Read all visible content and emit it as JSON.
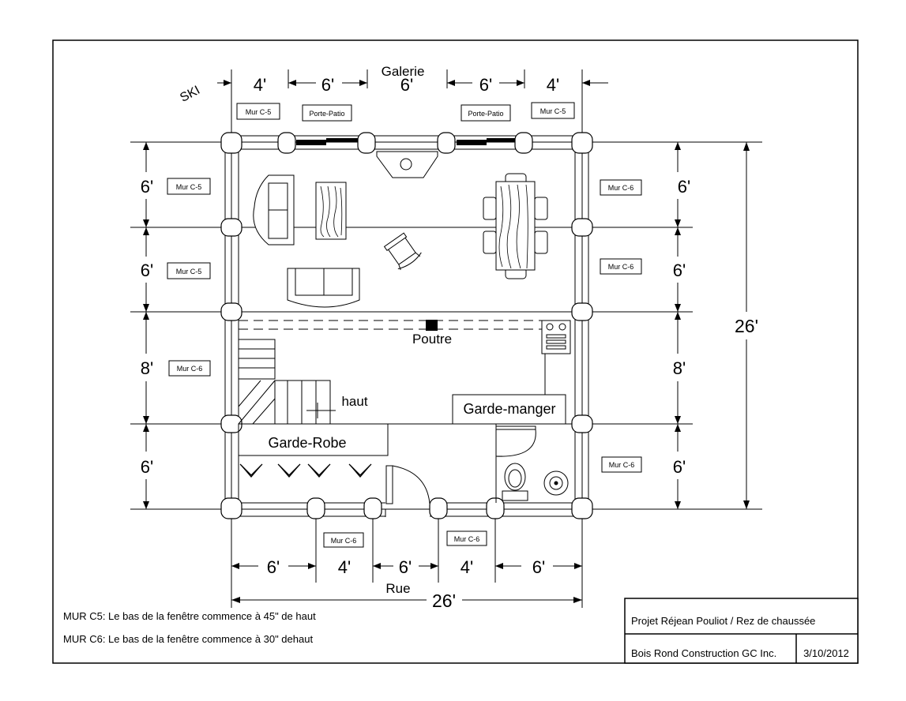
{
  "dimensions": {
    "top": [
      "4'",
      "6'",
      "6'",
      "6'",
      "4'"
    ],
    "left": [
      "6'",
      "6'",
      "8'",
      "6'"
    ],
    "right": [
      "6'",
      "6'",
      "8'",
      "6'"
    ],
    "bottom": [
      "6'",
      "4'",
      "6'",
      "4'",
      "6'"
    ],
    "overall_height": "26'",
    "overall_width": "26'"
  },
  "labels": {
    "galerie": "Galerie",
    "ski": "SKI",
    "poutre": "Poutre",
    "haut": "haut",
    "garde_manger": "Garde-manger",
    "garde_robe": "Garde-Robe",
    "rue": "Rue"
  },
  "wall_tags": {
    "top_left_wall": "Mur  C-5",
    "top_left_door": "Porte-Patio",
    "top_right_door": "Porte-Patio",
    "top_right_wall": "Mur  C-5",
    "left_1": "Mur  C-5",
    "left_2": "Mur  C-5",
    "left_3": "Mur  C-6",
    "right_1": "Mur  C-6",
    "right_2": "Mur  C-6",
    "right_3": "Mur  C-6",
    "bottom_1": "Mur  C-6",
    "bottom_2": "Mur  C-6"
  },
  "notes": {
    "c5": "MUR C5: Le bas de la fenêtre commence à 45\" de haut",
    "c6": "MUR C6: Le bas de la fenêtre commence à 30\" dehaut"
  },
  "title_block": {
    "project": "Projet Réjean Pouliot / Rez de chaussée",
    "company": "Bois Rond Construction GC Inc.",
    "date": "3/10/2012"
  }
}
